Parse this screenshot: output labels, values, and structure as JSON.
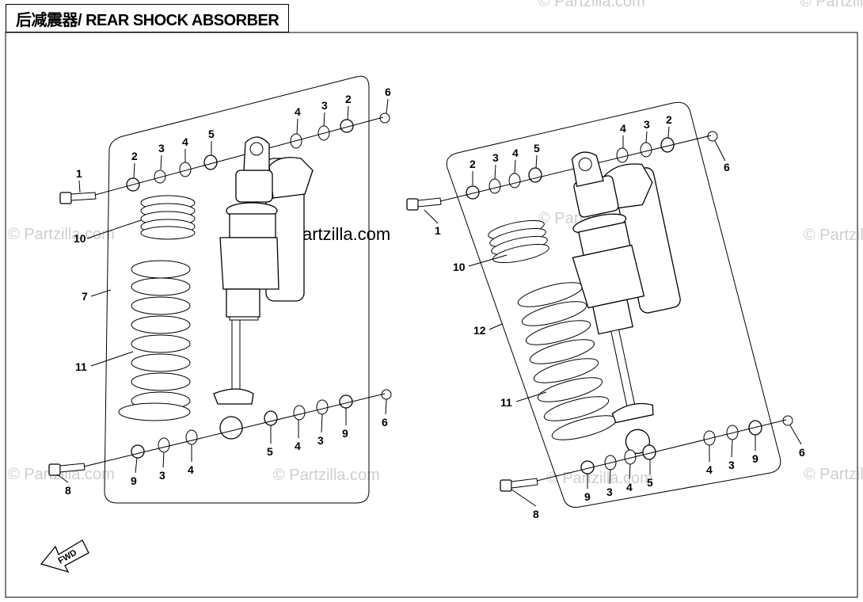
{
  "title": "后减震器/ REAR SHOCK ABSORBER",
  "watermark": "© Partzilla.com",
  "fwd_label": "FWD",
  "left_assembly": {
    "callouts": [
      "1",
      "2",
      "3",
      "4",
      "5",
      "4",
      "3",
      "2",
      "6",
      "10",
      "7",
      "11",
      "9",
      "3",
      "4",
      "5",
      "4",
      "3",
      "9",
      "6",
      "8"
    ]
  },
  "right_assembly": {
    "callouts": [
      "2",
      "3",
      "4",
      "5",
      "4",
      "3",
      "2",
      "6",
      "1",
      "10",
      "12",
      "11",
      "9",
      "3",
      "4",
      "5",
      "4",
      "3",
      "9",
      "6",
      "8"
    ]
  }
}
